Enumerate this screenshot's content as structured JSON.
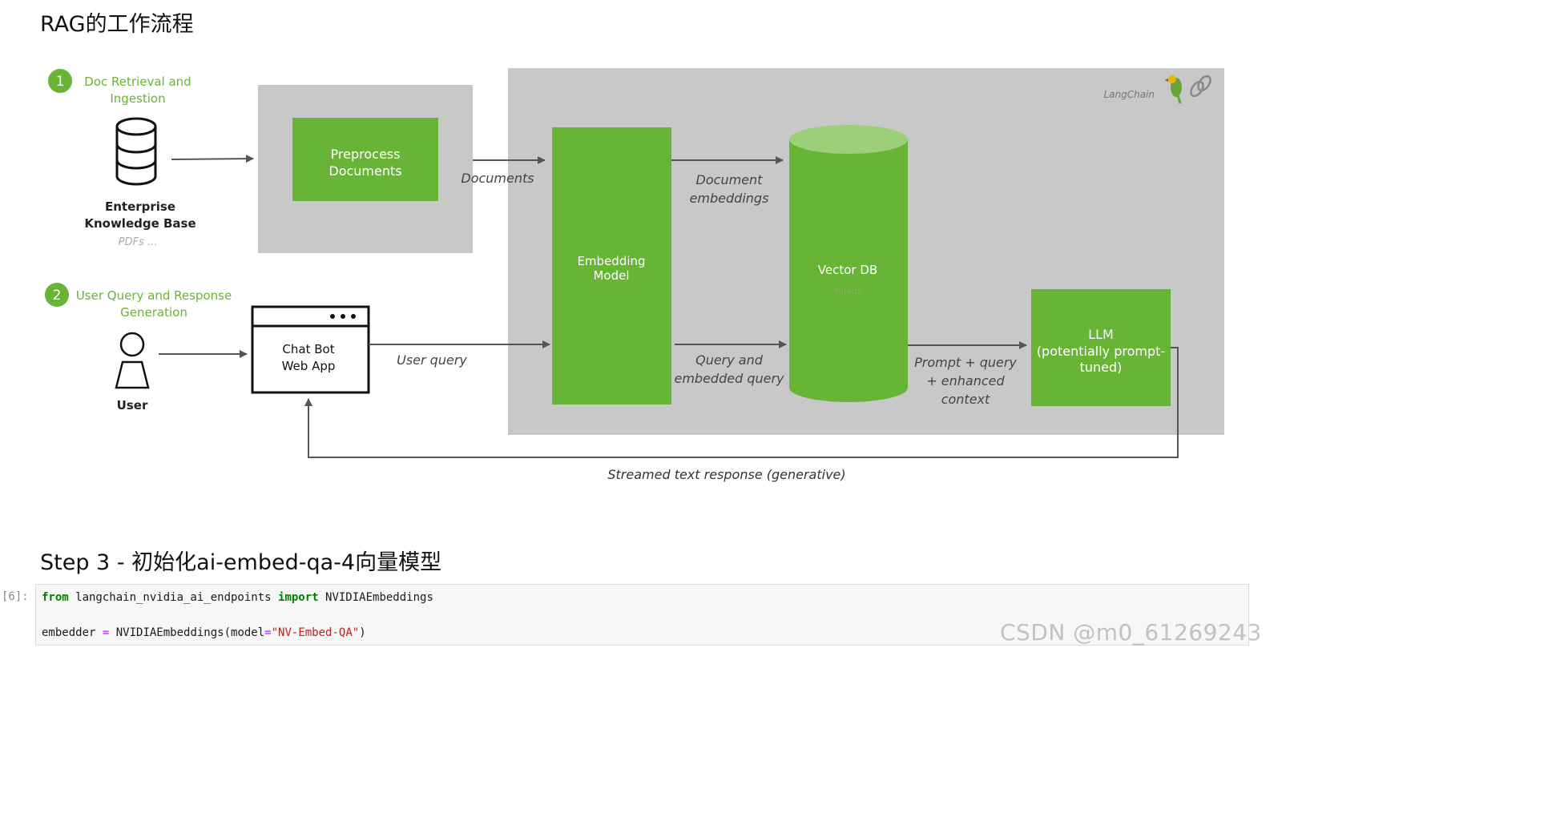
{
  "headings": {
    "section1": "RAG的工作流程",
    "section2": "Step 3 - 初始化ai-embed-qa-4向量模型"
  },
  "diagram": {
    "step1": {
      "number": "1",
      "title_line1": "Doc Retrieval and",
      "title_line2": "Ingestion"
    },
    "step2": {
      "number": "2",
      "title_line1": "User Query and Response",
      "title_line2": "Generation"
    },
    "knowledge_base": {
      "line1": "Enterprise",
      "line2": "Knowledge Base",
      "sub": "PDFs ..."
    },
    "user_label": "User",
    "chatbot": {
      "line1": "Chat Bot",
      "line2": "Web App"
    },
    "preprocess": {
      "line1": "Preprocess",
      "line2": "Documents"
    },
    "documents_label": "Documents",
    "langchain_label": "LangChain",
    "embedding_model": {
      "line1": "Embedding",
      "line2": "Model"
    },
    "doc_embeddings": {
      "line1": "Document",
      "line2": "embeddings"
    },
    "vector_db": {
      "title": "Vector DB",
      "sub": "Milvus"
    },
    "user_query_label": "User query",
    "query_embedded": {
      "line1": "Query and",
      "line2": "embedded query"
    },
    "prompt_label": {
      "line1": "Prompt + query",
      "line2": "+ enhanced",
      "line3": "context"
    },
    "llm": {
      "line1": "LLM",
      "line2": "(potentially prompt-",
      "line3": "tuned)"
    },
    "streamed_label": "Streamed text response (generative)",
    "colors": {
      "green": "#67b437",
      "gray_panel": "#c8c8c8",
      "arrow": "#555555",
      "caption_green": "#67b437"
    }
  },
  "code_cell": {
    "prompt": "[6]:",
    "line1": {
      "kw_from": "from",
      "module": " langchain_nvidia_ai_endpoints ",
      "kw_import": "import",
      "name": " NVIDIAEmbeddings"
    },
    "line2": {
      "var": "embedder ",
      "eq": "=",
      "call": " NVIDIAEmbeddings(model",
      "eq2": "=",
      "str": "\"NV-Embed-QA\"",
      "close": ")"
    }
  },
  "watermark": "CSDN @m0_61269243"
}
